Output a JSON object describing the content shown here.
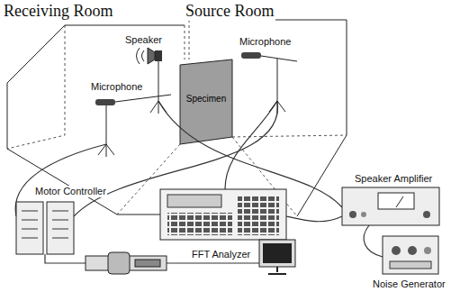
{
  "diagram": {
    "labels": [
      "Receiving Room",
      "Source Room",
      "Speaker",
      "Microphone",
      "Specimen",
      "Microphone",
      "Speaker Amplifier",
      "Motor Controller",
      "FFT Analyzer",
      "Noise Generator"
    ]
  }
}
